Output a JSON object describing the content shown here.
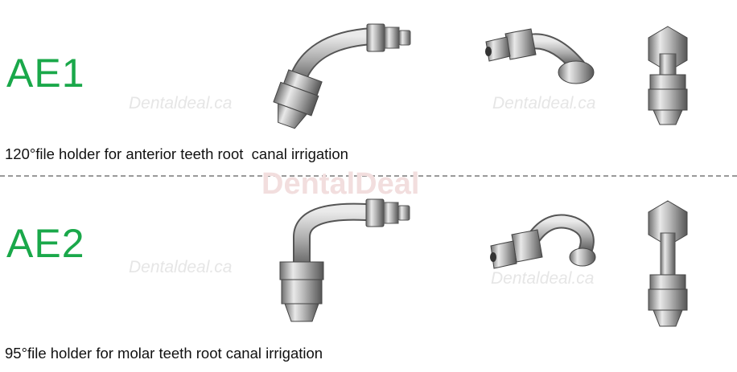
{
  "rows": [
    {
      "code": "AE1",
      "description": "120°file holder for anterior teeth root  canal irrigation"
    },
    {
      "code": "AE2",
      "description": "95°file holder for molar teeth root canal irrigation"
    }
  ],
  "watermarks": {
    "small": "Dentaldeal.ca",
    "large": "DentalDeal"
  },
  "colors": {
    "code_green": "#1aa84a",
    "text": "#111111",
    "divider": "#9a9a9a"
  }
}
